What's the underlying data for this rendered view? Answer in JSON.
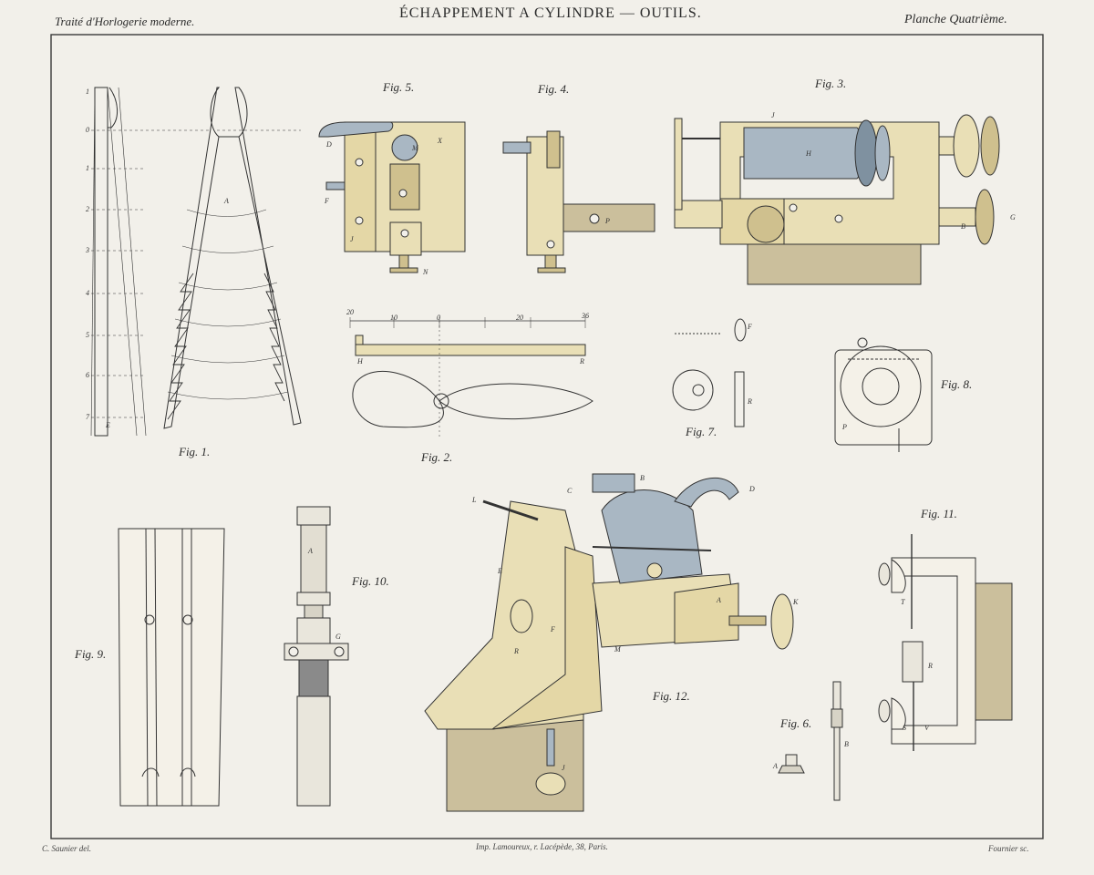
{
  "header": {
    "left": "Traité d'Horlogerie moderne.",
    "center": "ÉCHAPPEMENT A CYLINDRE — OUTILS.",
    "right": "Planche Quatrième."
  },
  "footer": {
    "left": "C. Saunier del.",
    "center": "Imp. Lamoureux, r. Lacépède, 38, Paris.",
    "right": "Fournier sc."
  },
  "figures": [
    {
      "id": "fig1",
      "label": "Fig. 1."
    },
    {
      "id": "fig2",
      "label": "Fig. 2."
    },
    {
      "id": "fig3",
      "label": "Fig. 3."
    },
    {
      "id": "fig4",
      "label": "Fig. 4."
    },
    {
      "id": "fig5",
      "label": "Fig. 5."
    },
    {
      "id": "fig6",
      "label": "Fig. 6."
    },
    {
      "id": "fig7",
      "label": "Fig. 7."
    },
    {
      "id": "fig8",
      "label": "Fig. 8."
    },
    {
      "id": "fig9",
      "label": "Fig. 9."
    },
    {
      "id": "fig10",
      "label": "Fig. 10."
    },
    {
      "id": "fig11",
      "label": "Fig. 11."
    },
    {
      "id": "fig12",
      "label": "Fig. 12."
    }
  ],
  "fig1_scale": [
    "1",
    "0",
    "1",
    "2",
    "3",
    "4",
    "5",
    "6",
    "7"
  ],
  "fig2_ruler": {
    "left": "20",
    "t10": "10",
    "zero": "0",
    "t20": "20",
    "right": "36"
  },
  "letters": {
    "A": "A",
    "B": "B",
    "C": "C",
    "D": "D",
    "E": "E",
    "F": "F",
    "G": "G",
    "H": "H",
    "J": "J",
    "K": "K",
    "L": "L",
    "M": "M",
    "N": "N",
    "P": "P",
    "R": "R",
    "S": "S",
    "T": "T",
    "V": "V",
    "X": "X"
  },
  "colors": {
    "paper": "#f2f0ea",
    "ink": "#2b2b2b",
    "brass": "#e9dfb6",
    "brass_dark": "#cfc08e",
    "steel": "#a9b7c3",
    "steel_dark": "#7f91a0",
    "wood": "#cbbf9c"
  }
}
